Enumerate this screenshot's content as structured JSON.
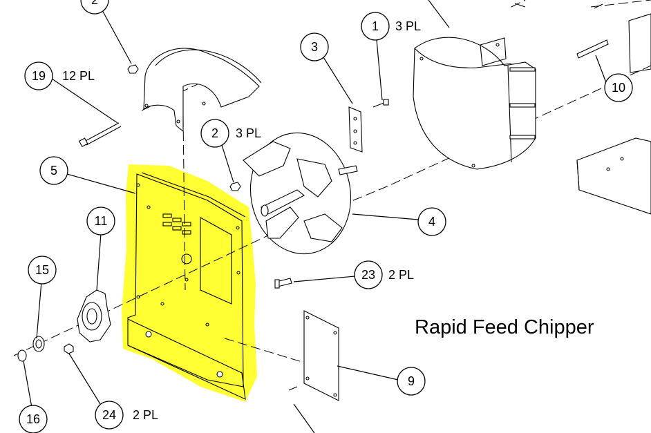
{
  "title": "Rapid Feed Chipper",
  "highlight_color": "#ffff33",
  "callouts": [
    {
      "id": "2-top",
      "number": "2",
      "qty": ""
    },
    {
      "id": "19",
      "number": "19",
      "qty": "12 PL"
    },
    {
      "id": "1",
      "number": "1",
      "qty": "3 PL"
    },
    {
      "id": "3",
      "number": "3",
      "qty": ""
    },
    {
      "id": "10",
      "number": "10",
      "qty": ""
    },
    {
      "id": "2-mid",
      "number": "2",
      "qty": "3 PL"
    },
    {
      "id": "5",
      "number": "5",
      "qty": ""
    },
    {
      "id": "11",
      "number": "11",
      "qty": ""
    },
    {
      "id": "4",
      "number": "4",
      "qty": ""
    },
    {
      "id": "15",
      "number": "15",
      "qty": ""
    },
    {
      "id": "23",
      "number": "23",
      "qty": "2 PL"
    },
    {
      "id": "9",
      "number": "9",
      "qty": ""
    },
    {
      "id": "16",
      "number": "16",
      "qty": ""
    },
    {
      "id": "24",
      "number": "24",
      "qty": "2 PL"
    }
  ]
}
